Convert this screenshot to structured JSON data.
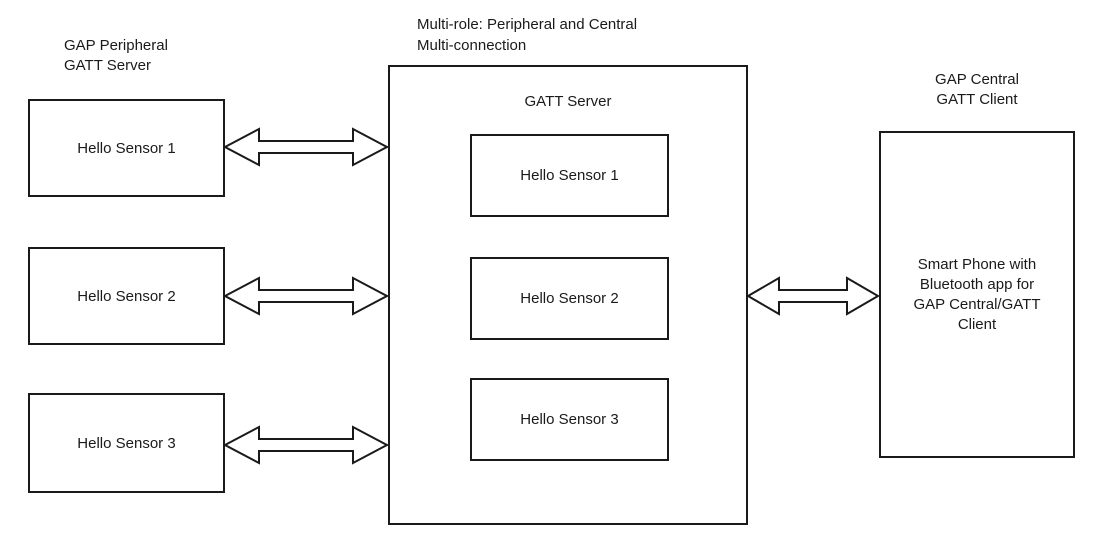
{
  "diagram": {
    "left": {
      "label_line1": "GAP Peripheral",
      "label_line2": "GATT Server",
      "sensors": [
        "Hello Sensor 1",
        "Hello Sensor 2",
        "Hello Sensor 3"
      ]
    },
    "center": {
      "title_line1": "Multi-role: Peripheral and Central",
      "title_line2": "Multi-connection",
      "heading": "GATT Server",
      "sensors": [
        "Hello Sensor 1",
        "Hello Sensor 2",
        "Hello Sensor 3"
      ]
    },
    "right": {
      "label_line1": "GAP Central",
      "label_line2": "GATT Client",
      "box_lines": [
        "Smart Phone with",
        "Bluetooth app for",
        "GAP Central/GATT",
        "Client"
      ]
    },
    "icons": {
      "connector": "bidirectional-arrow-icon"
    },
    "colors": {
      "stroke": "#1a1a1a",
      "text": "#1a1a1a",
      "background": "#ffffff"
    }
  }
}
